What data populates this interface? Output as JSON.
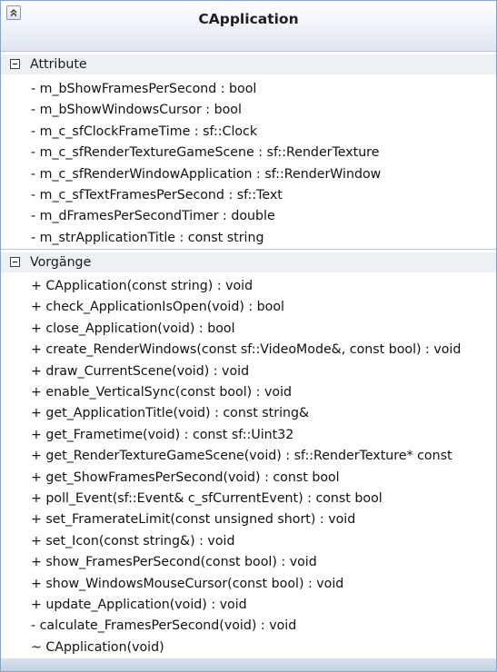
{
  "class_name": "CApplication",
  "attribute_section": {
    "label": "Attribute",
    "items": [
      "- m_bShowFramesPerSecond : bool",
      "- m_bShowWindowsCursor : bool",
      "- m_c_sfClockFrameTime : sf::Clock",
      "- m_c_sfRenderTextureGameScene : sf::RenderTexture",
      "- m_c_sfRenderWindowApplication : sf::RenderWindow",
      "- m_c_sfTextFramesPerSecond : sf::Text",
      "- m_dFramesPerSecondTimer : double",
      "- m_strApplicationTitle : const string"
    ]
  },
  "operation_section": {
    "label": "Vorgänge",
    "items": [
      "+ CApplication(const string) : void",
      "+ check_ApplicationIsOpen(void) : bool",
      "+ close_Application(void) : bool",
      "+ create_RenderWindows(const sf::VideoMode&, const bool) : void",
      "+ draw_CurrentScene(void) : void",
      "+ enable_VerticalSync(const bool) : void",
      "+ get_ApplicationTitle(void) : const string&",
      "+ get_Frametime(void) : const sf::Uint32",
      "+ get_RenderTextureGameScene(void) : sf::RenderTexture* const",
      "+ get_ShowFramesPerSecond(void) : const bool",
      "+ poll_Event(sf::Event& c_sfCurrentEvent) : const bool",
      "+ set_FramerateLimit(const unsigned short) : void",
      "+ set_Icon(const string&) : void",
      "+ show_FramesPerSecond(const bool) : void",
      "+ show_WindowsMouseCursor(const bool) : void",
      "+ update_Application(void) : void",
      "- calculate_FramesPerSecond(void) : void",
      "~ CApplication(void)"
    ]
  },
  "colors": {
    "border": "#8aa3c9",
    "header_gradient_end": "#dfe6f1",
    "section_header_bg": "#edf0f5"
  }
}
